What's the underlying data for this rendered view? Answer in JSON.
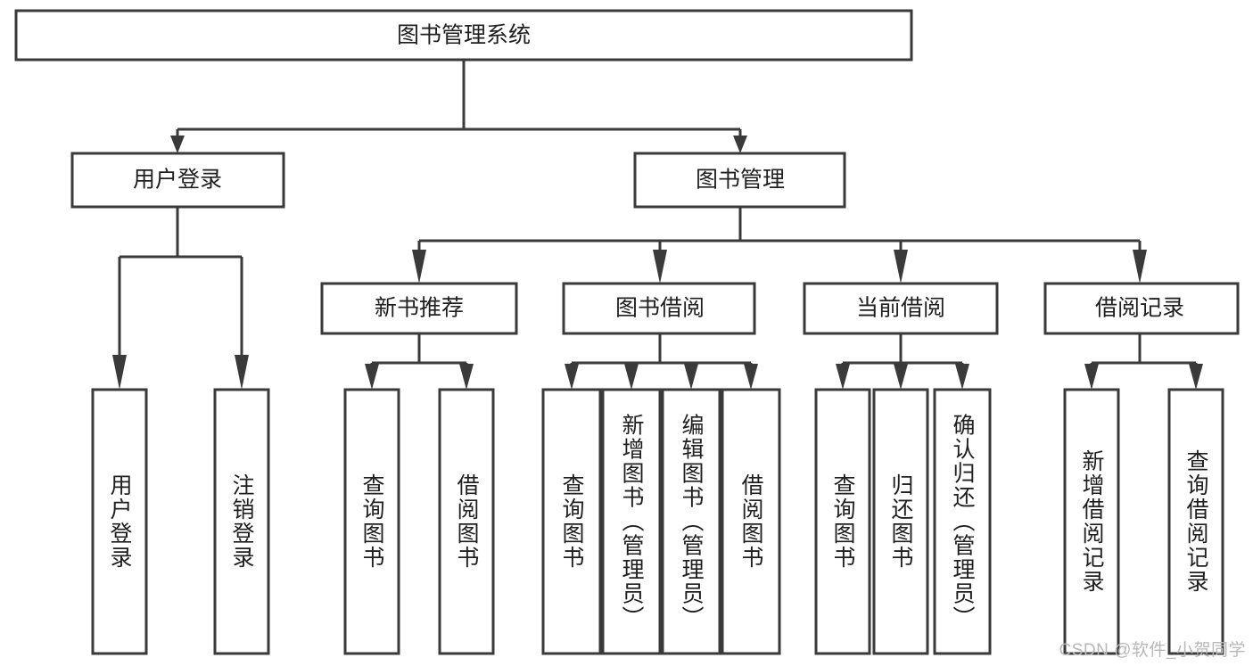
{
  "diagram": {
    "type": "tree-hierarchy-chart",
    "title": "图书管理系统",
    "root": {
      "id": "root",
      "label": "图书管理系统",
      "orientation": "horizontal"
    },
    "level2": [
      {
        "id": "user-login",
        "label": "用户登录",
        "orientation": "horizontal"
      },
      {
        "id": "book-management",
        "label": "图书管理",
        "orientation": "horizontal"
      }
    ],
    "level3": [
      {
        "id": "new-book-recommend",
        "label": "新书推荐",
        "orientation": "horizontal"
      },
      {
        "id": "book-borrow",
        "label": "图书借阅",
        "orientation": "horizontal"
      },
      {
        "id": "current-borrow",
        "label": "当前借阅",
        "orientation": "horizontal"
      },
      {
        "id": "borrow-record",
        "label": "借阅记录",
        "orientation": "horizontal"
      }
    ],
    "leaves": [
      {
        "id": "leaf-user-login",
        "label": "用户登录",
        "parent": "user-login",
        "orientation": "vertical"
      },
      {
        "id": "leaf-logout-login",
        "label": "注销登录",
        "parent": "user-login",
        "orientation": "vertical"
      },
      {
        "id": "leaf-query-book-1",
        "label": "查询图书",
        "parent": "new-book-recommend",
        "orientation": "vertical"
      },
      {
        "id": "leaf-borrow-book-1",
        "label": "借阅图书",
        "parent": "new-book-recommend",
        "orientation": "vertical"
      },
      {
        "id": "leaf-query-book-2",
        "label": "查询图书",
        "parent": "book-borrow",
        "orientation": "vertical"
      },
      {
        "id": "leaf-add-book",
        "label": "新增图书（管理员）",
        "parent": "book-borrow",
        "orientation": "vertical"
      },
      {
        "id": "leaf-edit-book",
        "label": "编辑图书（管理员）",
        "parent": "book-borrow",
        "orientation": "vertical"
      },
      {
        "id": "leaf-borrow-book-2",
        "label": "借阅图书",
        "parent": "book-borrow",
        "orientation": "vertical"
      },
      {
        "id": "leaf-query-book-3",
        "label": "查询图书",
        "parent": "current-borrow",
        "orientation": "vertical"
      },
      {
        "id": "leaf-return-book",
        "label": "归还图书",
        "parent": "current-borrow",
        "orientation": "vertical"
      },
      {
        "id": "leaf-confirm-return",
        "label": "确认归还（管理员）",
        "parent": "current-borrow",
        "orientation": "vertical"
      },
      {
        "id": "leaf-add-record",
        "label": "新增借阅记录",
        "parent": "borrow-record",
        "orientation": "vertical"
      },
      {
        "id": "leaf-query-record",
        "label": "查询借阅记录",
        "parent": "borrow-record",
        "orientation": "vertical"
      }
    ],
    "colors": {
      "stroke": "#3a3a3a",
      "fill": "#ffffff",
      "text": "#1f1f1f",
      "watermark": "#b8b8b8",
      "background": "#ffffff"
    }
  },
  "watermark": {
    "text": "CSDN @软件_小贺同学"
  }
}
